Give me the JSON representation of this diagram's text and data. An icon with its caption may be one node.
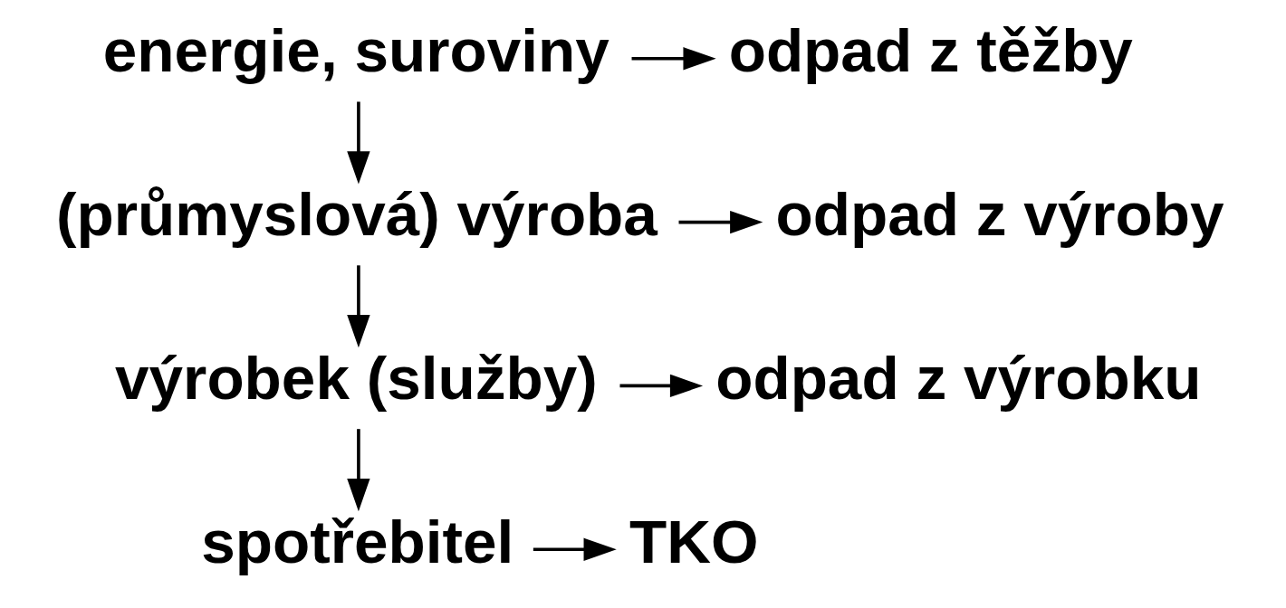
{
  "diagram": {
    "nodes": [
      {
        "text": [
          "energie, suroviny"
        ]
      },
      {
        "text": [
          "odpad z těžby"
        ]
      },
      {
        "text": [
          "(průmyslová) výroba"
        ]
      },
      {
        "text": [
          "odpad z výroby"
        ]
      },
      {
        "text": [
          "výrobek (služby)"
        ]
      },
      {
        "text": [
          "odpad z výrobku"
        ]
      },
      {
        "text": [
          "spotřebitel"
        ]
      },
      {
        "text": [
          "TKO"
        ]
      }
    ],
    "edges": [
      {
        "from": 0,
        "to": 1,
        "arrow": "to"
      },
      {
        "from": 0,
        "to": 2,
        "arrow": "to"
      },
      {
        "from": 2,
        "to": 3,
        "arrow": "to"
      },
      {
        "from": 2,
        "to": 4,
        "arrow": "to"
      },
      {
        "from": 4,
        "to": 5,
        "arrow": "to"
      },
      {
        "from": 4,
        "to": 6,
        "arrow": "to"
      },
      {
        "from": 6,
        "to": 7,
        "arrow": "to"
      }
    ]
  }
}
